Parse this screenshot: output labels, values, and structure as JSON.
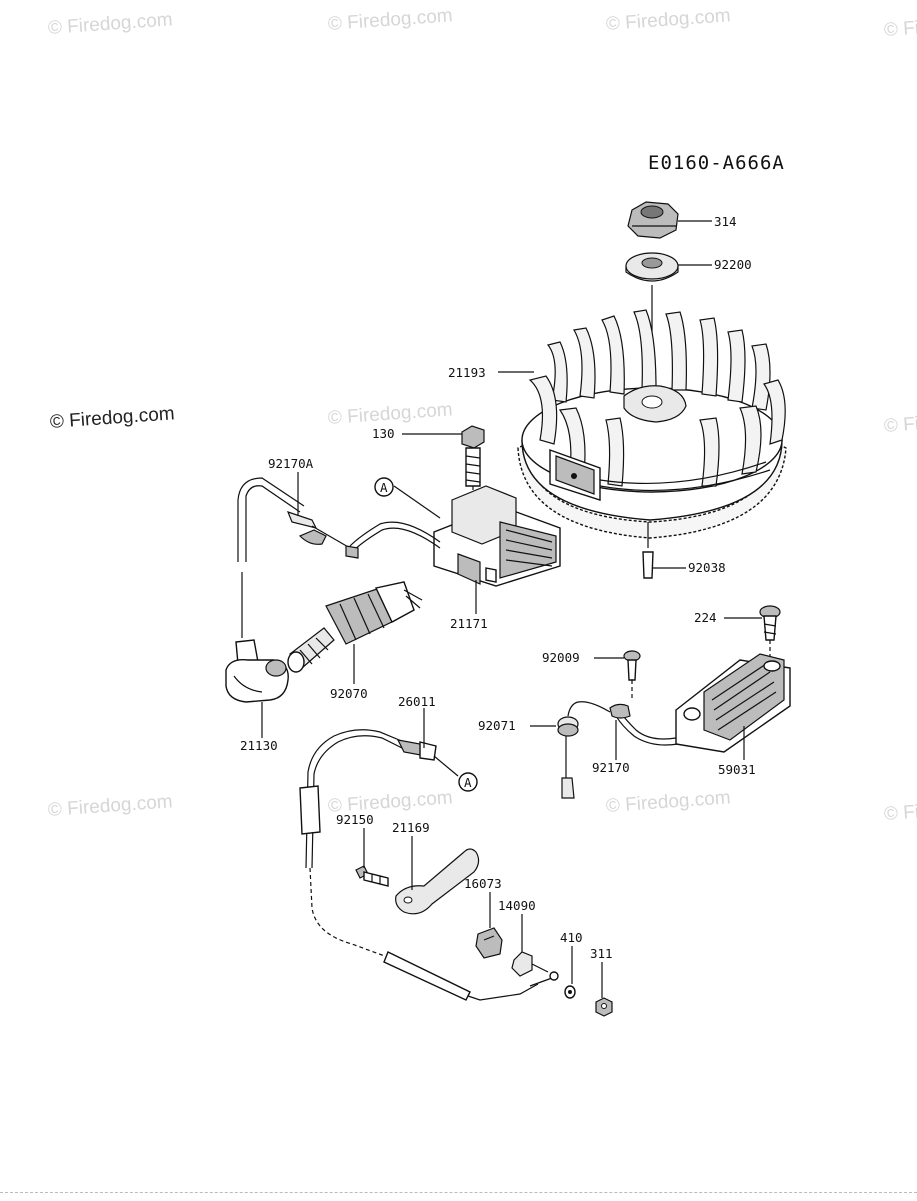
{
  "watermark": {
    "text": "© Firedog.com",
    "main_text": "© Firedog.com"
  },
  "diagram_code": "E0160-A666A",
  "parts": {
    "p314": "314",
    "p92200": "92200",
    "p21193": "21193",
    "p130": "130",
    "p92170A": "92170A",
    "pA1": "A",
    "p21171": "21171",
    "p92038": "92038",
    "p224": "224",
    "p92009": "92009",
    "p92070": "92070",
    "p26011": "26011",
    "p92071": "92071",
    "p21130": "21130",
    "p92170": "92170",
    "p59031": "59031",
    "pA2": "A",
    "p92150": "92150",
    "p21169": "21169",
    "p16073": "16073",
    "p14090": "14090",
    "p410": "410",
    "p311": "311"
  }
}
